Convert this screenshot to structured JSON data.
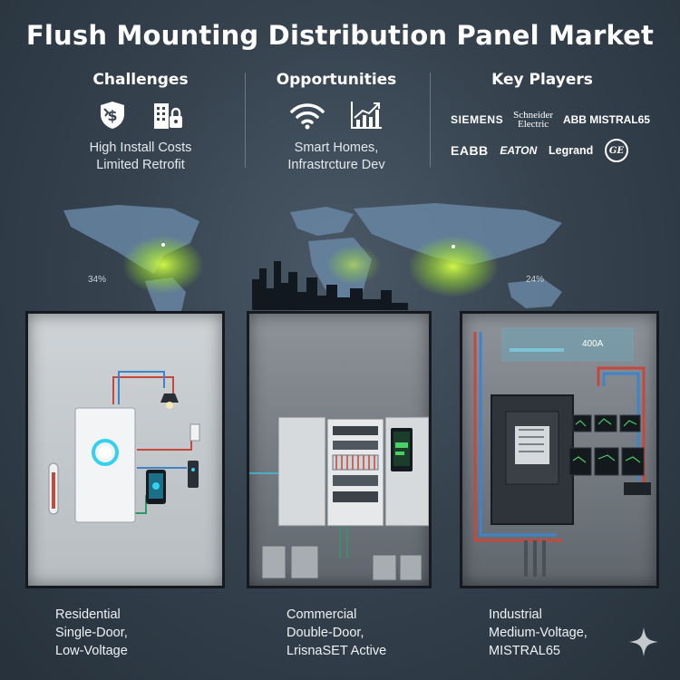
{
  "title": "Flush Mounting Distribution Panel Market",
  "challenges": {
    "heading": "Challenges",
    "icons": [
      "money-shield-icon",
      "building-lock-icon"
    ],
    "lines": [
      "High Install Costs",
      "Limited Retrofit"
    ]
  },
  "opportunities": {
    "heading": "Opportunities",
    "icons": [
      "wifi-icon",
      "growth-chart-icon"
    ],
    "lines": [
      "Smart Homes,",
      "Infrastrcture Dev"
    ]
  },
  "key_players": {
    "heading": "Key Players",
    "logos": [
      "SIEMENS",
      "Schneider Electric",
      "ABB MISTRAL65",
      "EABB",
      "EATON",
      "Legrand",
      "GE"
    ]
  },
  "map": {
    "left_stat": "34%",
    "right_stat": "24%"
  },
  "panels": [
    {
      "name": "Residential",
      "lines": [
        "Single-Door,",
        "Low-Voltage"
      ]
    },
    {
      "name": "Commercial",
      "lines": [
        "Double-Door,",
        "LrisnaSET Active"
      ]
    },
    {
      "name": "Industrial",
      "lines": [
        "Medium-Voltage,",
        "MISTRAL65"
      ],
      "screen_value": "400A"
    }
  ],
  "colors": {
    "background": "#36434f",
    "glow_green": "#b8f23a",
    "cyan_accent": "#34d0f0",
    "wire_red": "#c5483e",
    "wire_blue": "#3f84c9"
  }
}
